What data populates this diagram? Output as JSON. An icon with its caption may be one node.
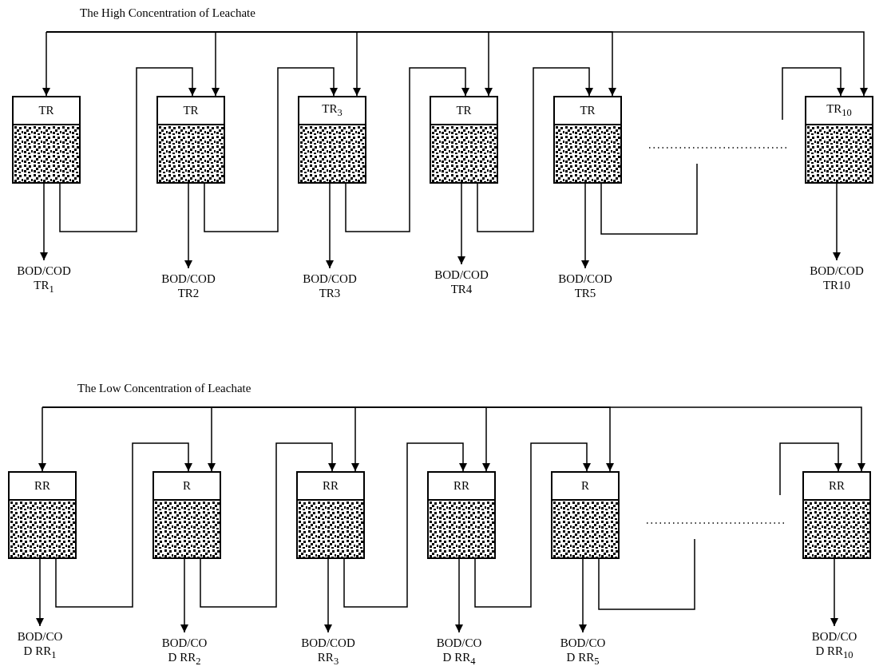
{
  "diagram": {
    "nodes": [
      {
        "text": [
          "TR"
        ]
      },
      {
        "text": [
          "TR"
        ]
      },
      {
        "text": [
          "TR$_{3}$"
        ]
      },
      {
        "text": [
          "TR"
        ]
      },
      {
        "text": [
          "TR"
        ]
      },
      {
        "text": [
          "TR$_{10}$"
        ]
      },
      {
        "text": [
          "BOD/COD TR$_{1}$"
        ]
      },
      {
        "text": [
          "BOD/COD TR2"
        ]
      },
      {
        "text": [
          "BOD/COD TR3"
        ]
      },
      {
        "text": [
          "BOD/COD TR4"
        ]
      },
      {
        "text": [
          "BOD/COD TR5"
        ]
      },
      {
        "text": [
          "BOD/COD TR10"
        ]
      },
      {
        "text": [
          "RR"
        ]
      },
      {
        "text": [
          "R"
        ]
      },
      {
        "text": [
          "RR"
        ]
      },
      {
        "text": [
          "RR"
        ]
      },
      {
        "text": [
          "R"
        ]
      },
      {
        "text": [
          "RR"
        ]
      },
      {
        "text": [
          "BOD/CO D RR$_{1}$"
        ]
      },
      {
        "text": [
          "BOD/CO D RR$_{2}$"
        ]
      },
      {
        "text": [
          "BOD/COD RR$_{3}$"
        ]
      },
      {
        "text": [
          "BOD/CO D RR$_{4}$"
        ]
      },
      {
        "text": [
          "BOD/CO D RR$_{5}$"
        ]
      },
      {
        "text": [
          "BOD/CO D RR$_{10}$"
        ]
      }
    ],
    "edges": [
      {
        "from": null,
        "to": 0,
        "arrow": "to"
      },
      {
        "from": null,
        "to": 1,
        "arrow": "to"
      },
      {
        "from": null,
        "to": 2,
        "arrow": "to"
      },
      {
        "from": null,
        "to": 3,
        "arrow": "to"
      },
      {
        "from": null,
        "to": 4,
        "arrow": "to"
      },
      {
        "from": null,
        "to": 5,
        "arrow": "to"
      },
      {
        "from": 0,
        "to": 1,
        "arrow": "to"
      },
      {
        "from": 1,
        "to": 2,
        "arrow": "to"
      },
      {
        "from": 2,
        "to": 3,
        "arrow": "to"
      },
      {
        "from": 3,
        "to": 4,
        "arrow": "to"
      },
      {
        "from": 4,
        "to": null,
        "arrow": "none"
      },
      {
        "from": null,
        "to": 5,
        "arrow": "to"
      },
      {
        "from": 0,
        "to": 6,
        "arrow": "to"
      },
      {
        "from": 1,
        "to": 7,
        "arrow": "to"
      },
      {
        "from": 2,
        "to": 8,
        "arrow": "to"
      },
      {
        "from": 3,
        "to": 9,
        "arrow": "to"
      },
      {
        "from": 4,
        "to": 10,
        "arrow": "to"
      },
      {
        "from": 5,
        "to": 11,
        "arrow": "to"
      },
      {
        "from": null,
        "to": 12,
        "arrow": "to"
      },
      {
        "from": null,
        "to": 13,
        "arrow": "to"
      },
      {
        "from": null,
        "to": 14,
        "arrow": "to"
      },
      {
        "from": null,
        "to": 15,
        "arrow": "to"
      },
      {
        "from": null,
        "to": 16,
        "arrow": "to"
      },
      {
        "from": null,
        "to": 17,
        "arrow": "to"
      },
      {
        "from": 12,
        "to": 13,
        "arrow": "to"
      },
      {
        "from": 13,
        "to": 14,
        "arrow": "to"
      },
      {
        "from": 14,
        "to": 15,
        "arrow": "to"
      },
      {
        "from": 15,
        "to": 16,
        "arrow": "to"
      },
      {
        "from": 16,
        "to": null,
        "arrow": "none"
      },
      {
        "from": null,
        "to": 17,
        "arrow": "to"
      },
      {
        "from": 12,
        "to": 18,
        "arrow": "to"
      },
      {
        "from": 13,
        "to": 19,
        "arrow": "to"
      },
      {
        "from": 14,
        "to": 20,
        "arrow": "to"
      },
      {
        "from": 15,
        "to": 21,
        "arrow": "to"
      },
      {
        "from": 16,
        "to": 22,
        "arrow": "to"
      },
      {
        "from": 17,
        "to": 23,
        "arrow": "to"
      }
    ],
    "labels": [
      "The High Concentration of Leachate",
      "The Low Concentration of Leachate"
    ]
  }
}
